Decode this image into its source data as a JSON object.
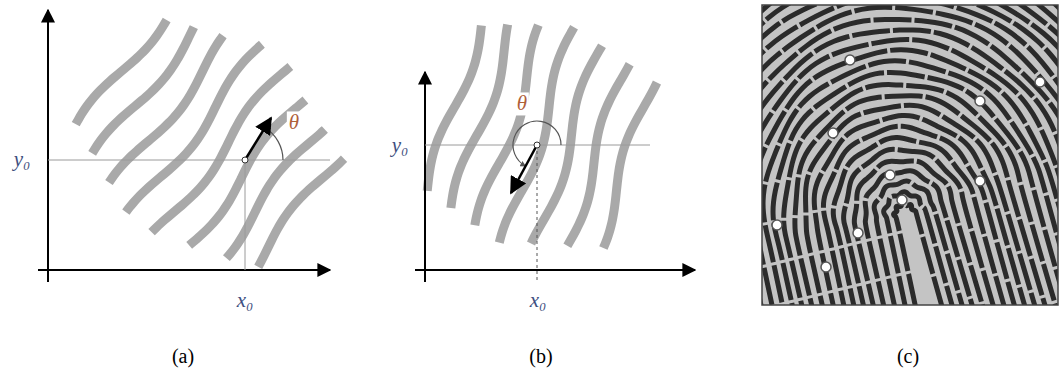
{
  "diagram": {
    "labels": [
      "y₀",
      "θ",
      "x₀",
      "y₀",
      "θ",
      "x₀",
      "(a)",
      "(b)",
      "(c)"
    ]
  }
}
